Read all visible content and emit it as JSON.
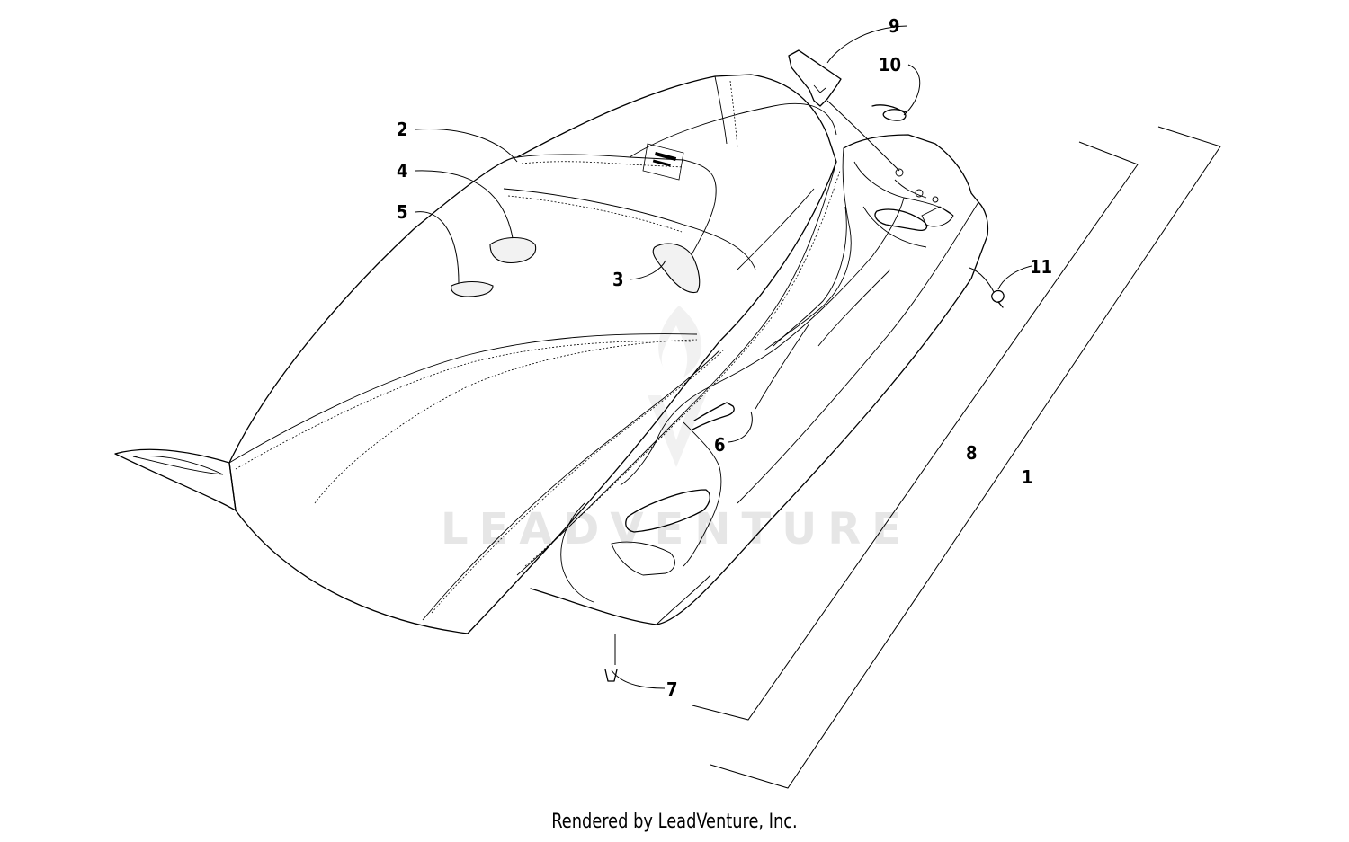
{
  "diagram": {
    "watermark": "LEADVENTURE",
    "footer": "Rendered by LeadVenture, Inc.",
    "callouts": {
      "c1": "1",
      "c2": "2",
      "c3": "3",
      "c4": "4",
      "c5": "5",
      "c6": "6",
      "c7": "7",
      "c8": "8",
      "c9": "9",
      "c10": "10",
      "c11": "11"
    }
  }
}
